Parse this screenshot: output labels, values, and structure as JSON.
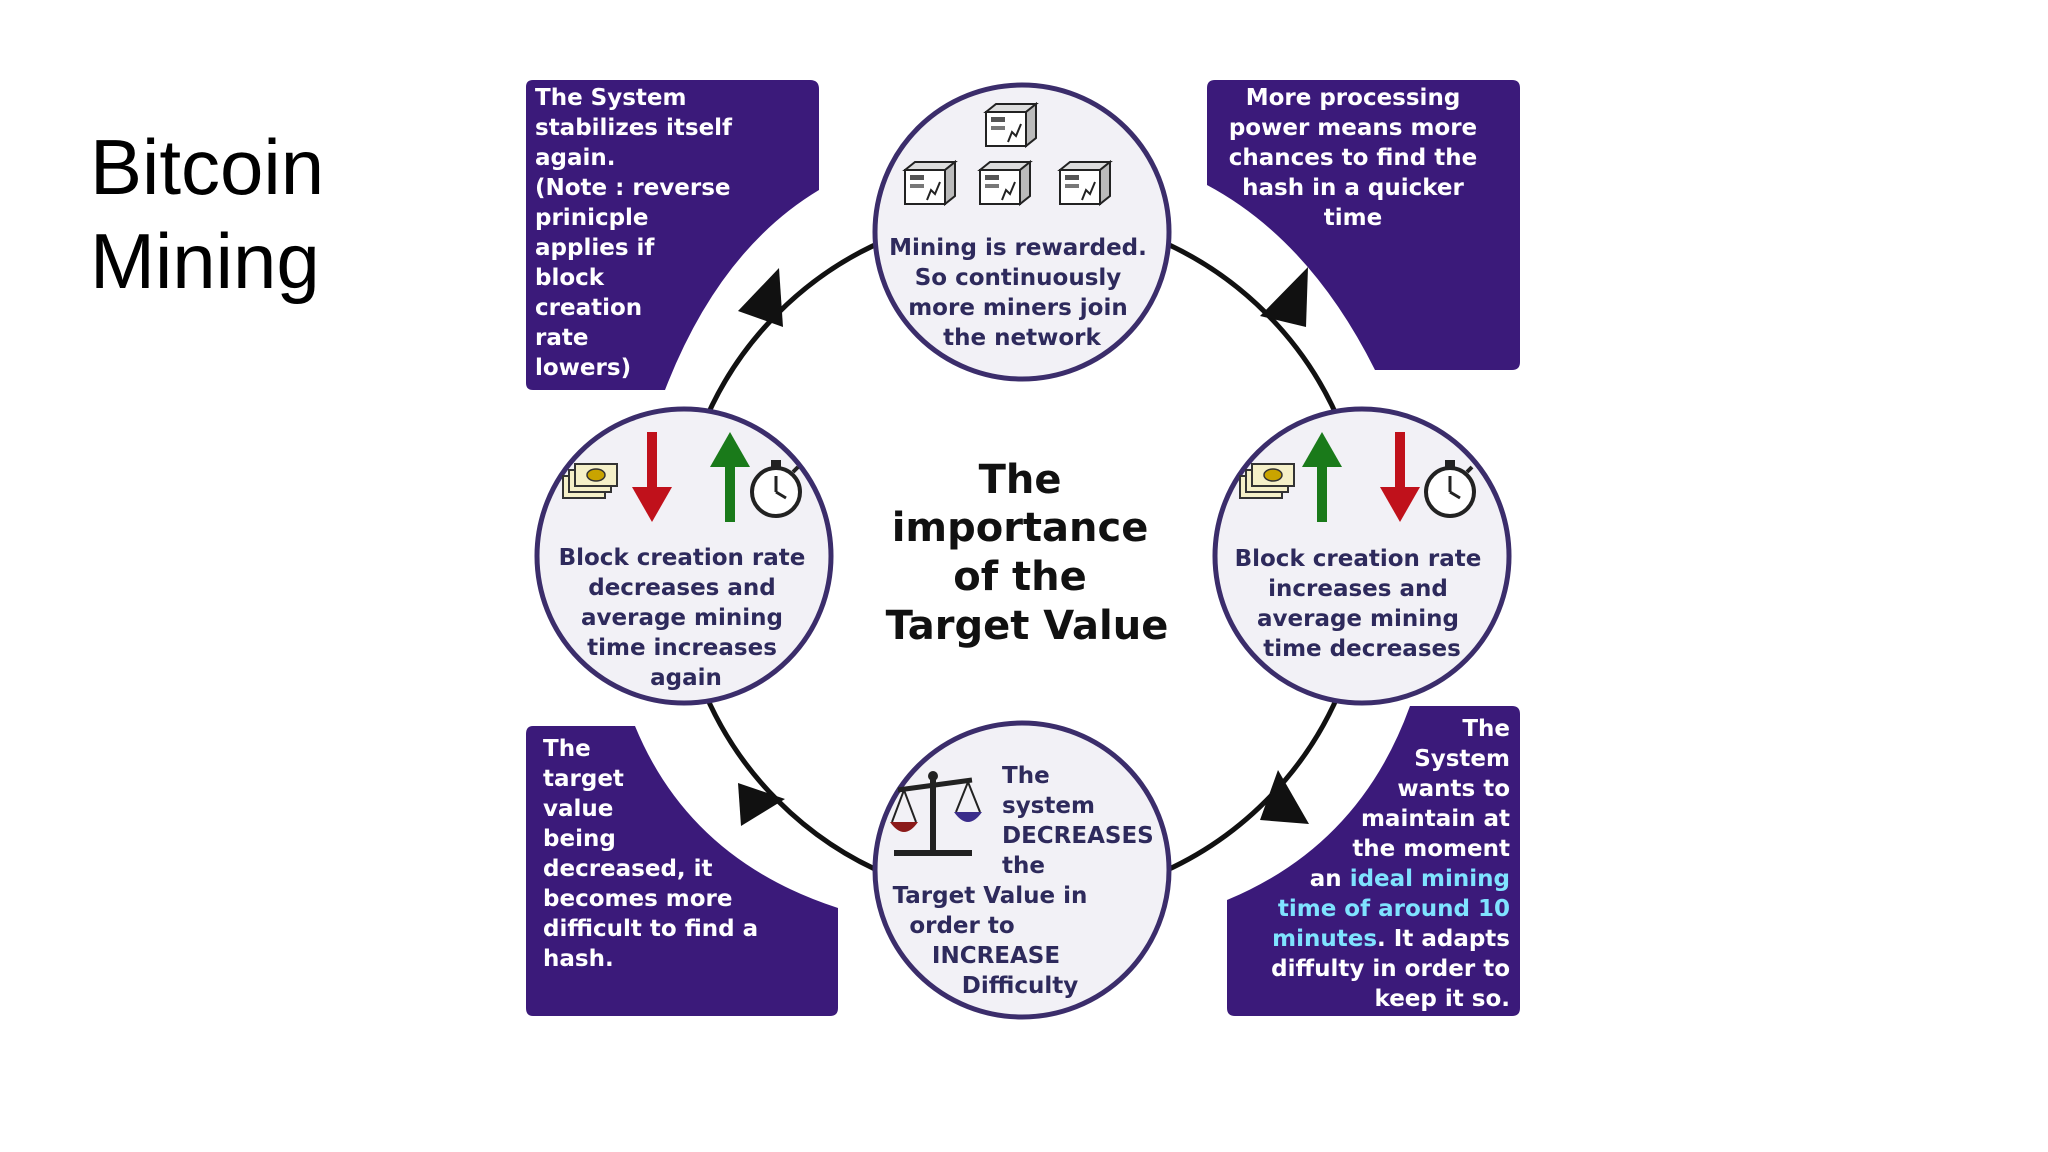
{
  "slide": {
    "title_line1": "Bitcoin",
    "title_line2": "Mining"
  },
  "diagram": {
    "center_title": [
      "The",
      "importance",
      "of the",
      "Target Value"
    ],
    "top_circle": [
      "Mining is rewarded.",
      "So continuously",
      "more miners join",
      "the network"
    ],
    "right_circle": [
      "Block creation rate",
      "increases and",
      "average mining",
      "time decreases"
    ],
    "bottom_circle": {
      "side_lines": [
        "The",
        "system",
        "DECREASES",
        "the"
      ],
      "lines": [
        "Target Value in",
        "order to",
        "INCREASE",
        "Difficulty"
      ]
    },
    "left_circle": [
      "Block creation rate",
      "decreases and",
      "average mining",
      "time increases",
      "again"
    ],
    "top_left_box": "The System\nstabilizes itself\nagain.\n(Note : reverse\nprinicple\napplies if\nblock\ncreation\nrate\nlowers)",
    "top_right_box": "More processing\npower means more\nchances to find the\nhash in a quicker\ntime",
    "bottom_left_box": "The\ntarget\nvalue\nbeing\ndecreased, it\nbecomes more\ndifficult to find a\nhash.",
    "bottom_right_box": {
      "part1": "The\nSystem\nwants to\nmaintain at\nthe moment\nan ",
      "highlight": "ideal mining\ntime of around 10\nminutes",
      "part2": ". It adapts\ndiffulty in order to\nkeep it so."
    }
  },
  "colors": {
    "purple": "#3b1a7a",
    "circle_fill": "#f2f1f6",
    "circle_border": "#3b2d6b",
    "circle_text": "#2e2a5c",
    "arrow_red": "#c0111b",
    "arrow_green": "#1a7a1a",
    "highlight": "#7fe3ff"
  },
  "icons": [
    "server-icon",
    "money-stack-icon",
    "stopwatch-icon",
    "balance-scale-icon",
    "down-arrow-icon",
    "up-arrow-icon"
  ]
}
